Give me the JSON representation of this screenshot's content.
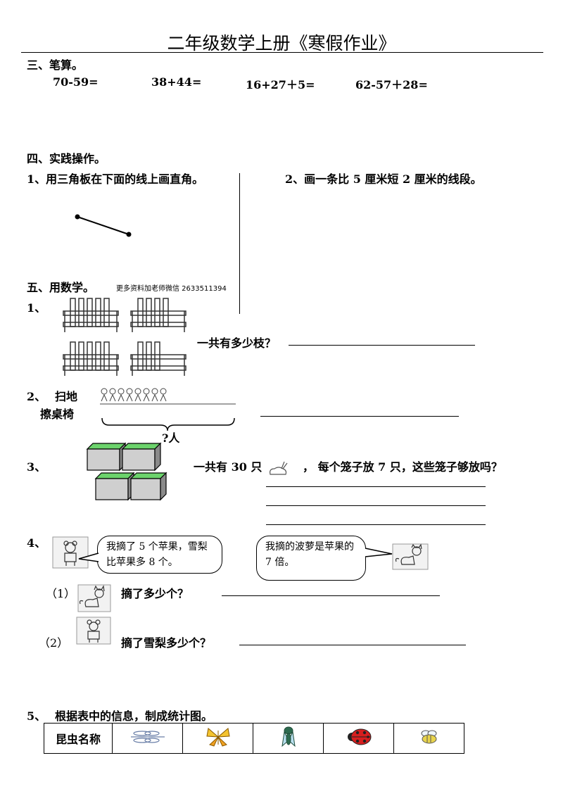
{
  "title": "二年级数学上册《寒假作业》",
  "section3": {
    "heading": "三、笔算。",
    "problems": [
      "70-59=",
      "38+44=",
      "16+27＋5=",
      "62-57＋28="
    ]
  },
  "section4": {
    "heading": "四、实践操作。",
    "q1": "1、用三角板在下面的线上画直角。",
    "q2": "2、画一条比 5 厘米短 2 厘米的线段。"
  },
  "section5": {
    "heading": "五、用数学。",
    "watermark": "更多资料加老师微信 2633511394",
    "q1": {
      "number": "1、",
      "question": "一共有多少枝？"
    },
    "q2": {
      "number": "2、",
      "label_line1": "扫地",
      "label_line2": "擦桌椅",
      "brace_label": "?人"
    },
    "q3": {
      "number": "3、",
      "text_a": "一共有 30 只",
      "text_b": "，  每个笼子放 7 只，这些笼子够放吗？"
    },
    "q4": {
      "number": "4、",
      "bubble_left": "我摘了 5 个苹果，雪梨比苹果多 8 个。",
      "bubble_right": "我摘的波萝是苹果的 7 倍。",
      "sub1_number": "（1）",
      "sub1_text": "摘了多少个？",
      "sub2_number": "（2）",
      "sub2_text": "摘了雪梨多少个？"
    },
    "q5": {
      "number": "5、",
      "text": "根据表中的信息，制成统计图。",
      "table_header": "昆虫名称",
      "insect_icons": [
        "dragonfly-icon",
        "butterfly-icon",
        "cicada-icon",
        "ladybug-icon",
        "bee-icon"
      ]
    }
  }
}
